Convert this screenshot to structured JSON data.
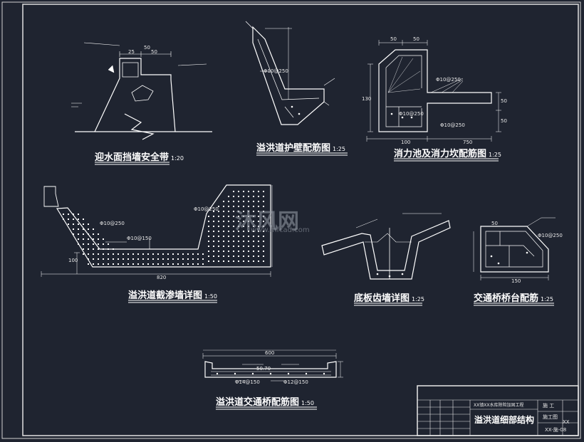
{
  "titles": {
    "t1": {
      "text": "迎水面挡墙安全带",
      "scale": "1:20"
    },
    "t2": {
      "text": "溢洪道护壁配筋图",
      "scale": "1:25"
    },
    "t3": {
      "text": "消力池及消力坎配筋图",
      "scale": "1:25"
    },
    "t4": {
      "text": "溢洪道截渗墙详图",
      "scale": "1:50"
    },
    "t5": {
      "text": "底板齿墙详图",
      "scale": "1:25"
    },
    "t6": {
      "text": "交通桥桥台配筋",
      "scale": "1:25"
    },
    "t7": {
      "text": "溢洪道交通桥配筋图",
      "scale": "1:50"
    }
  },
  "watermark": {
    "text": "沐风网",
    "url": "www.mfcad.com"
  },
  "dims": {
    "d1a": "25",
    "d1b": "50",
    "d1c": "50",
    "d3a": "50",
    "d3b": "50",
    "d3c": "100",
    "d3d": "750",
    "d3e": "50",
    "d3f": "50",
    "d3g": "130",
    "d4a": "820",
    "d4b": "100",
    "d6a": "150",
    "d6b": "50",
    "d7a": "600",
    "d7b": "50.70"
  },
  "rebar": {
    "r1": "Φ10@250",
    "r2": "Φ10@250",
    "r3": "Φ10@250",
    "r4": "Φ10@250",
    "r5": "Φ10@250",
    "r6": "Φ10@150",
    "r7": "Φ10@250",
    "r8": "Φ10@250",
    "r9": "Φ14@150",
    "r10": "Φ12@150"
  },
  "title_block": {
    "project": "XX镇XX水库除险加固工程",
    "drawing_title": "溢洪道细部结构",
    "label_1": "施 工",
    "label_2": "施工图",
    "label_3": "XX",
    "drawing_no": "XX-施-08"
  }
}
